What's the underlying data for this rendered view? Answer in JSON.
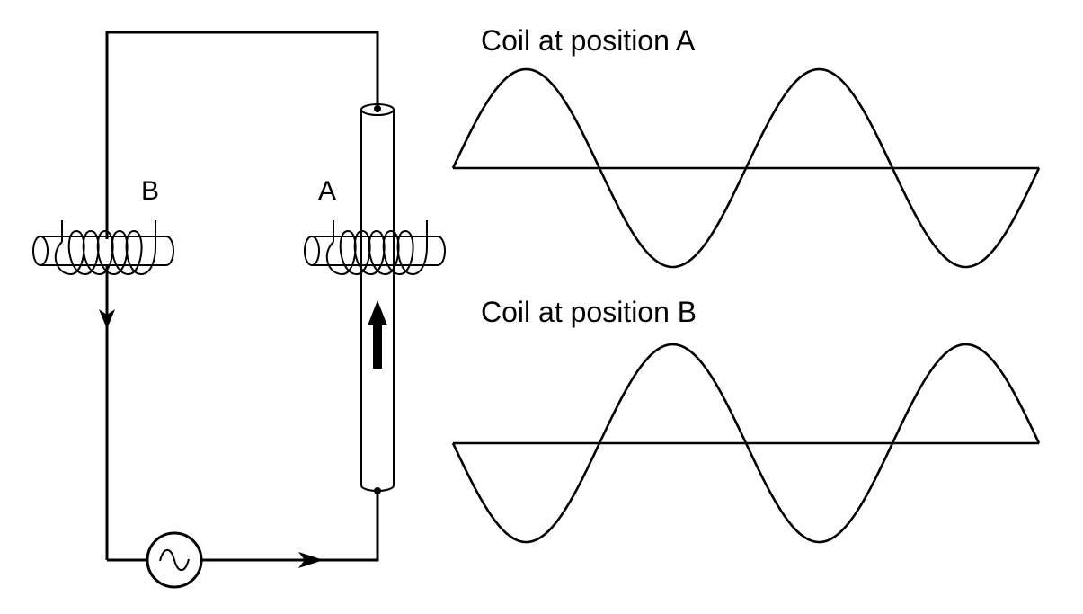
{
  "labels": {
    "coil_b": "B",
    "coil_a": "A",
    "wave_a_title": "Coil at position A",
    "wave_b_title": "Coil at position B"
  },
  "icons": {
    "source": "ac-source-icon",
    "coil": "coil-icon",
    "arrow": "arrow-icon"
  },
  "waveforms": {
    "cycles_shown": 2,
    "phase_b_relative_to_a": "inverted"
  },
  "colors": {
    "line": "#000000",
    "background": "#ffffff"
  }
}
